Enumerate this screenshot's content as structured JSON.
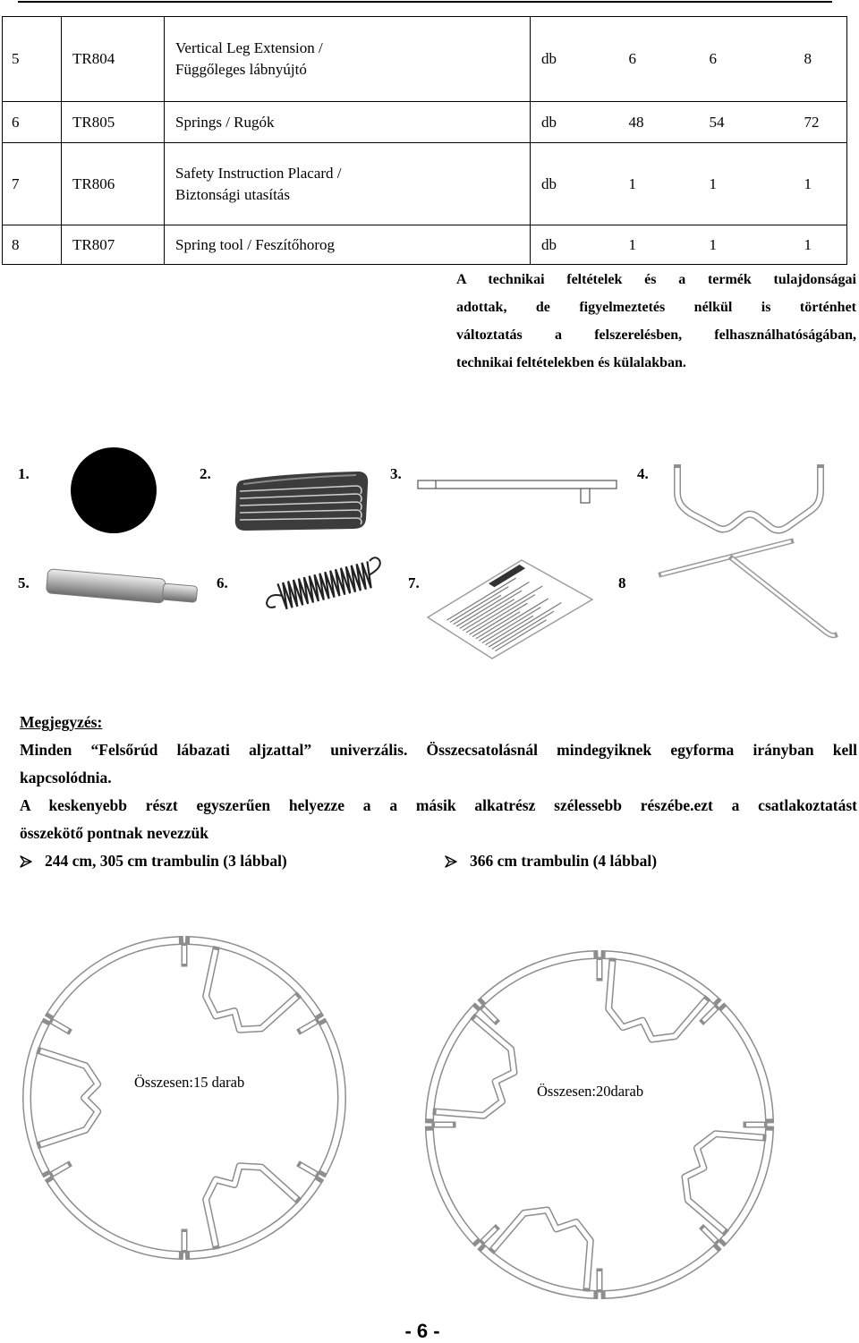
{
  "table": {
    "rows": [
      {
        "no": "5",
        "code": "TR804",
        "desc": [
          "Vertical Leg Extension /",
          "Függőleges lábnyújtó"
        ],
        "unit": "db",
        "qty": [
          "6",
          "6",
          "8"
        ]
      },
      {
        "no": "6",
        "code": "TR805",
        "desc": [
          "Springs / Rugók"
        ],
        "unit": "db",
        "qty": [
          "48",
          "54",
          "72"
        ]
      },
      {
        "no": "7",
        "code": "TR806",
        "desc": [
          "Safety Instruction Placard /",
          "Biztonsági utasítás"
        ],
        "unit": "db",
        "qty": [
          "1",
          "1",
          "1"
        ]
      },
      {
        "no": "8",
        "code": "TR807",
        "desc": [
          "Spring tool / Feszítőhorog"
        ],
        "unit": "db",
        "qty": [
          "1",
          "1",
          "1"
        ]
      }
    ]
  },
  "disclaimer": [
    "A technikai feltételek és a termék tulajdonságai",
    "adottak, de figyelmeztetés nélkül is történhet",
    "változtatás a felszerelésben, felhasználhatóságában,",
    "technikai feltételekben és külalakban."
  ],
  "parts": [
    {
      "label": "1."
    },
    {
      "label": "2."
    },
    {
      "label": "3."
    },
    {
      "label": "4."
    },
    {
      "label": "5."
    },
    {
      "label": "6."
    },
    {
      "label": "7."
    },
    {
      "label": "8"
    }
  ],
  "note": {
    "heading": "Megjegyzés:",
    "lines": [
      "Minden “Felsőrúd lábazati aljzattal” univerzális. Összecsatolásnál mindegyiknek egyforma irányban kell",
      "kapcsolódnia.",
      "A keskenyebb részt egyszerűen helyezze a a másik alkatrész szélessebb részébe.ezt a csatlakoztatást",
      "összekötő pontnak nevezzük"
    ]
  },
  "bullets": [
    {
      "icon": "arrowhead-bullet-icon",
      "text": "244 cm, 305 cm trambulin (3 lábbal)"
    },
    {
      "icon": "arrowhead-bullet-icon",
      "text": "366 cm trambulin (4 lábbal)"
    }
  ],
  "diagrams": [
    {
      "label": "Összesen:15 darab"
    },
    {
      "label": "Összesen:20darab"
    }
  ],
  "page_number": "- 6 -"
}
